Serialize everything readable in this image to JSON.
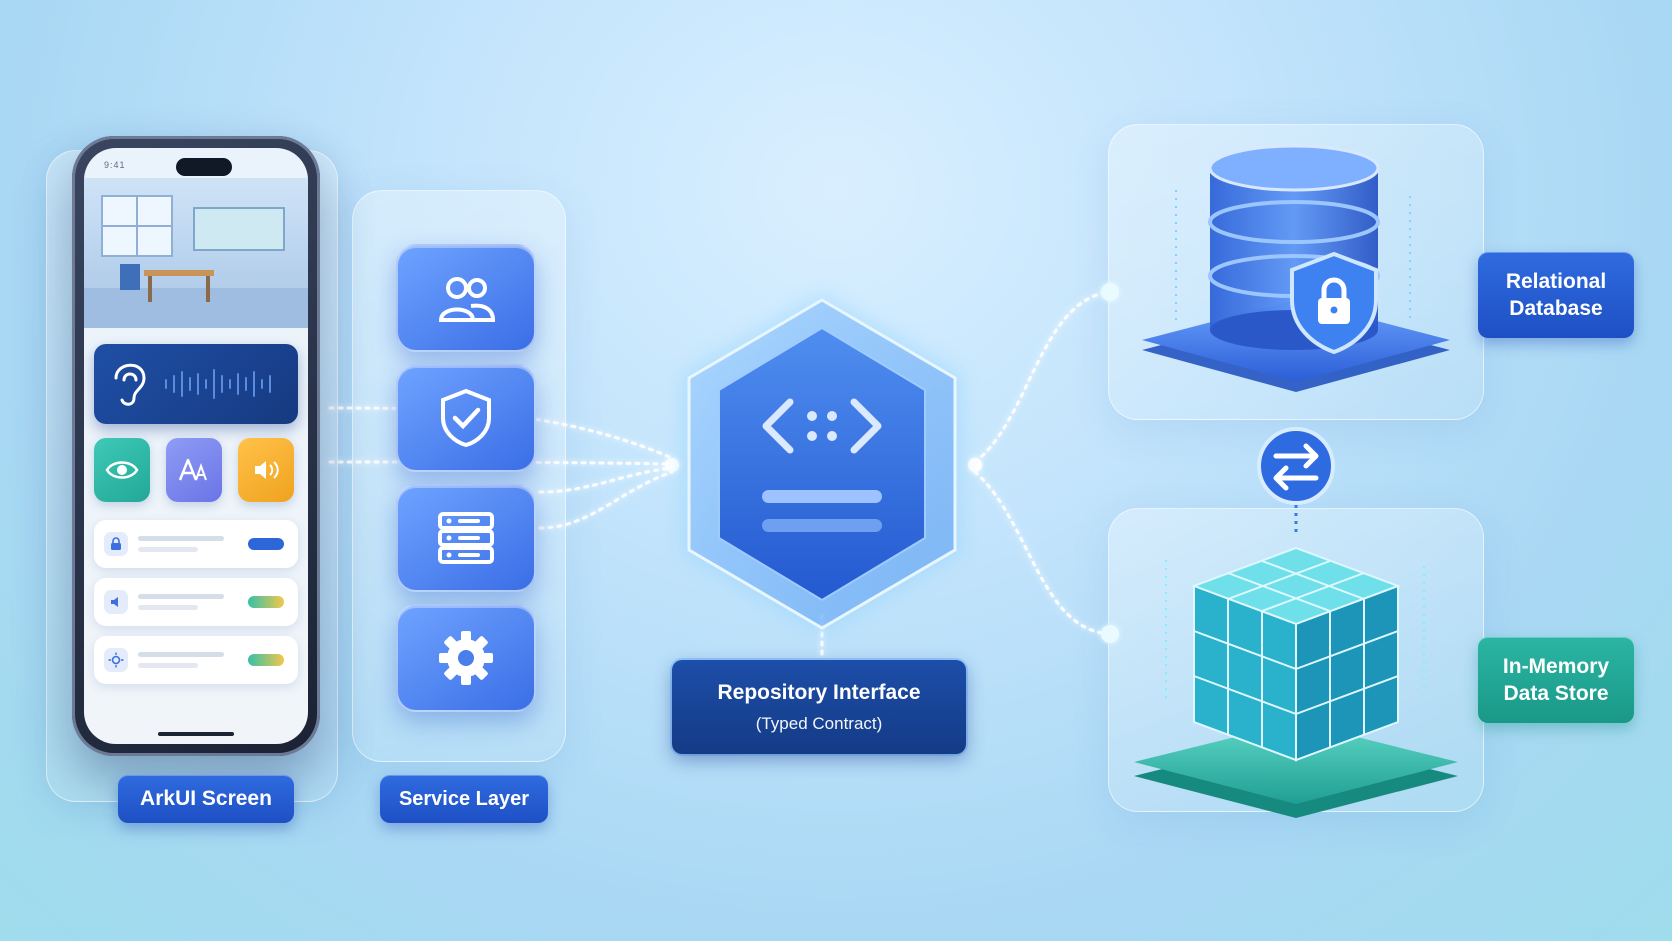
{
  "labels": {
    "arkui_screen": "ArkUI Screen",
    "service_layer": "Service Layer",
    "repository_title": "Repository Interface",
    "repository_subtitle": "(Typed Contract)",
    "relational_db_line1": "Relational",
    "relational_db_line2": "Database",
    "in_memory_line1": "In-Memory",
    "in_memory_line2": "Data Store"
  },
  "phone": {
    "status_text": "9:41"
  },
  "service_icons": [
    "users-icon",
    "shield-check-icon",
    "server-list-icon",
    "gear-icon"
  ],
  "colors": {
    "primary_blue": "#2f6be0",
    "navy": "#1d4ea9",
    "teal": "#2bb5a3",
    "glow": "#7fd3ff"
  }
}
